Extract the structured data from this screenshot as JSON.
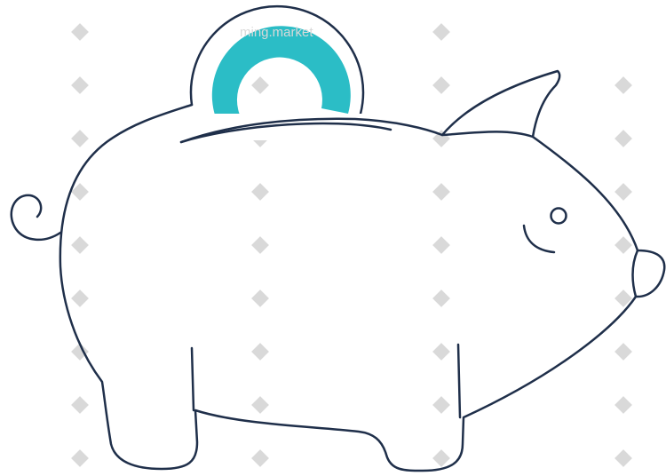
{
  "illustration": {
    "subject": "piggy-bank",
    "outline_color": "#1f2f4a",
    "coin_color": "#2bbdc6",
    "background_color": "#ffffff"
  },
  "watermark": {
    "text": "ming.market",
    "color": "#d9d9d9",
    "pattern": "diamond-grid"
  }
}
